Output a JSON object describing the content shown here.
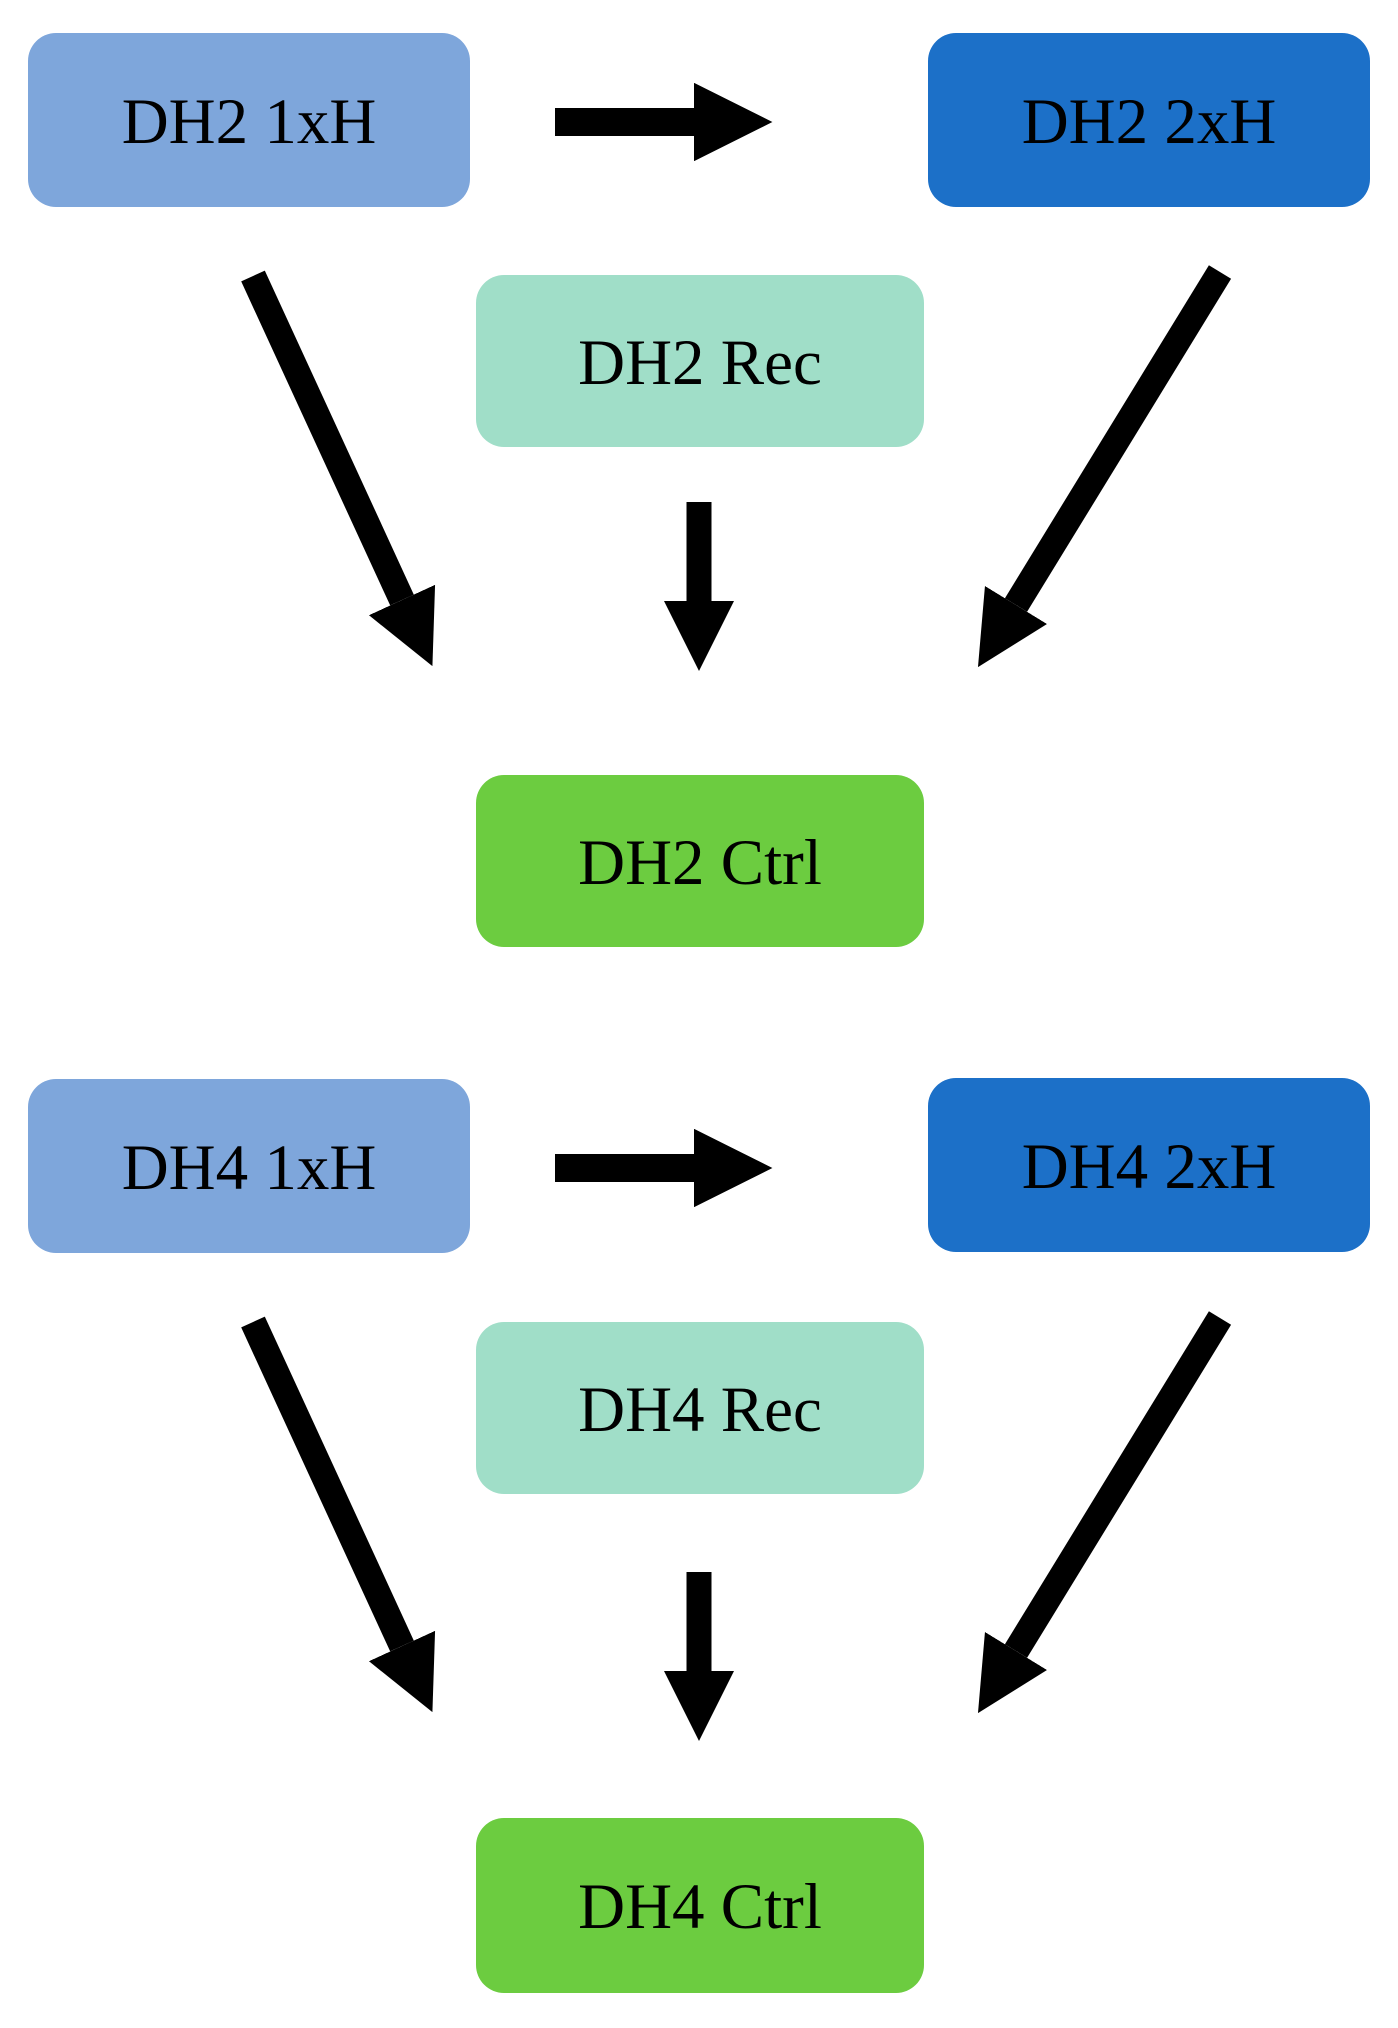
{
  "diagram": {
    "background": "#ffffff",
    "colors": {
      "light_blue": "#7EA6DB",
      "dark_blue": "#1C70C8",
      "mint": "#A0DEC8",
      "green": "#6CCC40",
      "arrow": "#000000",
      "text": "#000000"
    },
    "groups": [
      {
        "name": "DH2",
        "boxes": [
          {
            "id": "dh2-1xh",
            "label": "DH2 1xH",
            "color": "light_blue"
          },
          {
            "id": "dh2-2xh",
            "label": "DH2 2xH",
            "color": "dark_blue"
          },
          {
            "id": "dh2-rec",
            "label": "DH2 Rec",
            "color": "mint"
          },
          {
            "id": "dh2-ctrl",
            "label": "DH2 Ctrl",
            "color": "green"
          }
        ],
        "edges": [
          {
            "from": "dh2-1xh",
            "to": "dh2-2xh"
          },
          {
            "from": "dh2-1xh",
            "to": "dh2-ctrl"
          },
          {
            "from": "dh2-rec",
            "to": "dh2-ctrl"
          },
          {
            "from": "dh2-2xh",
            "to": "dh2-ctrl"
          }
        ]
      },
      {
        "name": "DH4",
        "boxes": [
          {
            "id": "dh4-1xh",
            "label": "DH4 1xH",
            "color": "light_blue"
          },
          {
            "id": "dh4-2xh",
            "label": "DH4 2xH",
            "color": "dark_blue"
          },
          {
            "id": "dh4-rec",
            "label": "DH4 Rec",
            "color": "mint"
          },
          {
            "id": "dh4-ctrl",
            "label": "DH4 Ctrl",
            "color": "green"
          }
        ],
        "edges": [
          {
            "from": "dh4-1xh",
            "to": "dh4-2xh"
          },
          {
            "from": "dh4-1xh",
            "to": "dh4-ctrl"
          },
          {
            "from": "dh4-rec",
            "to": "dh4-ctrl"
          },
          {
            "from": "dh4-2xh",
            "to": "dh4-ctrl"
          }
        ]
      }
    ]
  }
}
